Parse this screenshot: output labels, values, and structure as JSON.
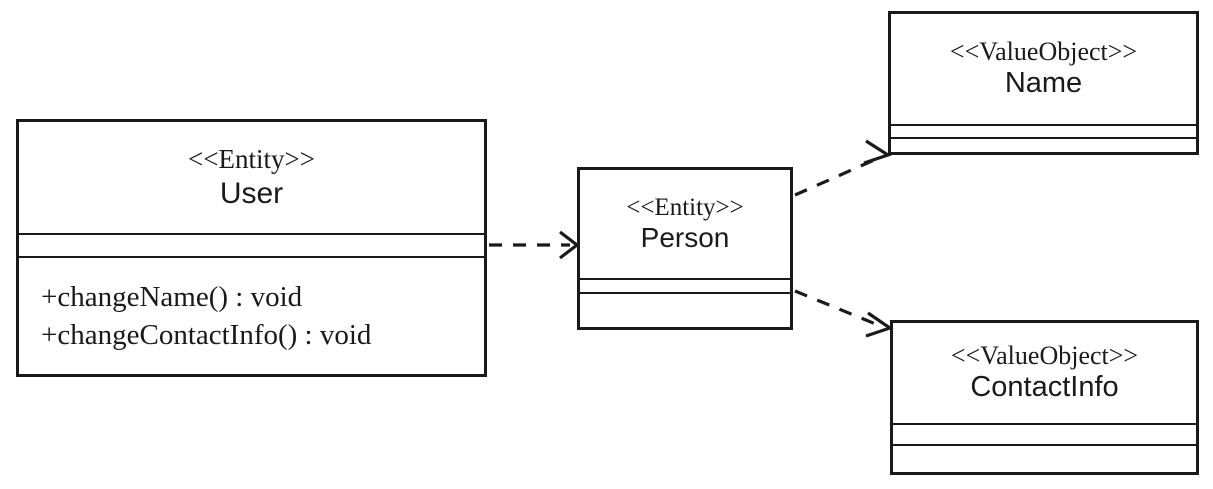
{
  "diagram": {
    "type": "uml-class-diagram",
    "title": "",
    "background_color": "#ffffff",
    "line_color": "#1a1a1a"
  },
  "classes": [
    {
      "id": "user",
      "stereotype": "<<Entity>>",
      "name": "User",
      "attributes": [],
      "operations": [
        "+changeName() : void",
        "+changeContactInfo() : void"
      ]
    },
    {
      "id": "person",
      "stereotype": "<<Entity>>",
      "name": "Person",
      "attributes": [],
      "operations": []
    },
    {
      "id": "name",
      "stereotype": "<<ValueObject>>",
      "name": "Name",
      "attributes": [],
      "operations": []
    },
    {
      "id": "contactinfo",
      "stereotype": "<<ValueObject>>",
      "name": "ContactInfo",
      "attributes": [],
      "operations": []
    }
  ],
  "relationships": [
    {
      "id": "user-to-person",
      "from": "user",
      "to": "person",
      "kind": "dependency",
      "style": "dashed-open-arrow",
      "label": ""
    },
    {
      "id": "person-to-name",
      "from": "person",
      "to": "name",
      "kind": "dependency",
      "style": "dashed-open-arrow",
      "label": ""
    },
    {
      "id": "person-to-contactinfo",
      "from": "person",
      "to": "contactinfo",
      "kind": "dependency",
      "style": "dashed-open-arrow",
      "label": ""
    }
  ]
}
